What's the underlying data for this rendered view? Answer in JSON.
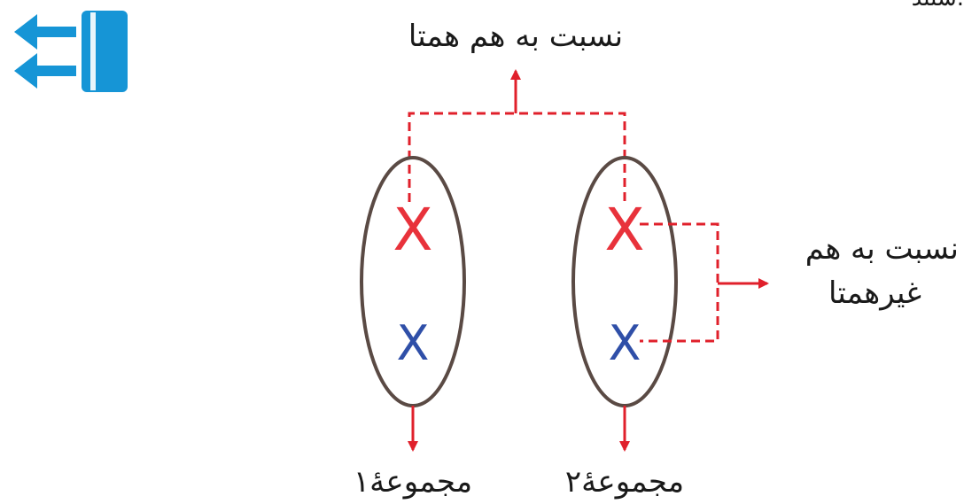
{
  "colors": {
    "homolog_arrow": "#e0202b",
    "chromosome_red": "#e8323b",
    "chromosome_blue": "#2f4fa8",
    "ellipse": "#5a4a44",
    "icon": "#1695d6"
  },
  "icons": {
    "book_icon": "book-with-arrows-icon"
  },
  "labels": {
    "top": "نسبت به هم همتا",
    "right_line1": "نسبت به هم",
    "right_line2": "غیرهمتا",
    "set1": "مجموعهٔ۱",
    "set2": "مجموعهٔ۲",
    "top_right_fragment": "ستند."
  },
  "chromosomes": {
    "set1_red": "X",
    "set1_blue": "X",
    "set2_red": "X",
    "set2_blue": "X"
  }
}
